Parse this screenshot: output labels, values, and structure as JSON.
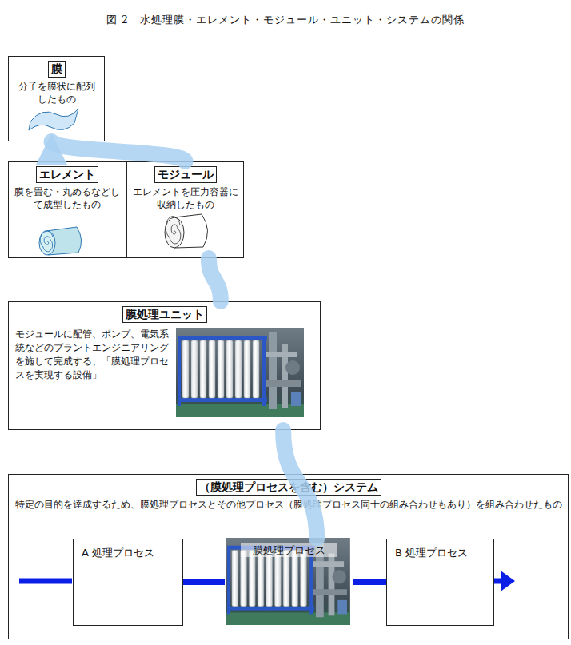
{
  "diagram": {
    "title": "図 2　水処理膜・エレメント・モジュール・ユニット・システムの関係",
    "nodes": [
      {
        "text": [
          "膜",
          "分子を膜状に配列したもの"
        ]
      },
      {
        "text": [
          "エレメント",
          "膜を畳む・丸めるなどして成型したもの"
        ]
      },
      {
        "text": [
          "モジュール",
          "エレメントを圧力容器に収納したもの"
        ]
      },
      {
        "text": [
          "膜処理ユニット",
          "モジュールに配管、ポンプ、電気系統などのプラントエンジニアリングを施して完成する、「膜処理プロセスを実現する設備」"
        ]
      },
      {
        "text": [
          "（膜処理プロセスを含む）システム",
          "特定の目的を達成するため、膜処理プロセスとその他プロセス（膜処理プロセス同士の組み合わせもあり）を組み合わせたもの"
        ]
      },
      {
        "text": [
          "A 処理プロセス"
        ],
        "in": 4
      },
      {
        "text": [
          "膜処理プロセス"
        ],
        "in": 4
      },
      {
        "text": [
          "B 処理プロセス"
        ],
        "in": 4
      }
    ],
    "edges": [
      {
        "from": 5,
        "to": 6,
        "arrow": "none"
      },
      {
        "from": 6,
        "to": 7,
        "arrow": "none"
      },
      {
        "from": 6,
        "to": 3,
        "arrow": "none"
      },
      {
        "from": 3,
        "to": 2,
        "arrow": "none"
      },
      {
        "from": 2,
        "to": 0,
        "arrow": "to"
      }
    ]
  }
}
